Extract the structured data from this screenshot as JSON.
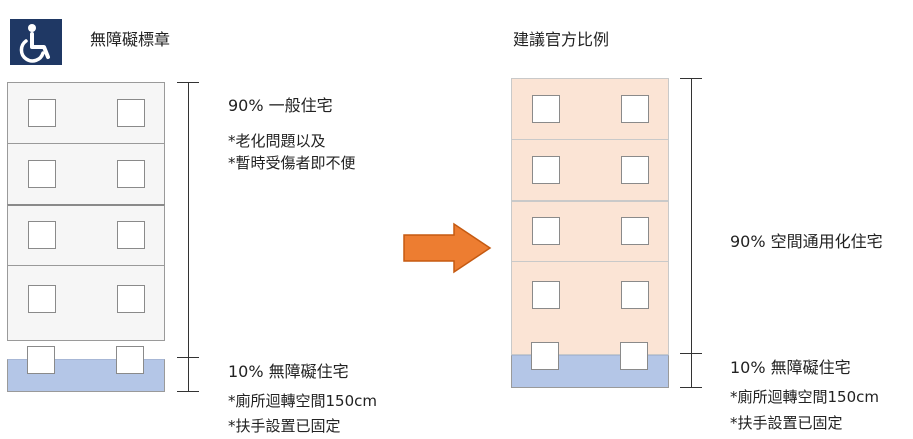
{
  "legend": {
    "icon": "wheelchair-icon",
    "accessibility_label": "無障礙標章"
  },
  "proposal_title": "建議官方比例",
  "left": {
    "upper_percent": "90% 一般住宅",
    "upper_note_1": "*老化問題以及",
    "upper_note_2": "*暫時受傷者即不便",
    "lower_percent": "10%  無障礙住宅",
    "lower_note_1": "*廁所迴轉空間150cm",
    "lower_note_2": "*扶手設置已固定"
  },
  "right": {
    "upper_percent": "90% 空間通用化住宅",
    "lower_percent": "10%  無障礙住宅",
    "lower_note_1": "*廁所迴轉空間150cm",
    "lower_note_2": "*扶手設置已固定"
  },
  "colors": {
    "icon_bg": "#1f3864",
    "left_floor_bg": "#f6f6f6",
    "right_floor_bg": "#fbe4d5",
    "base_bg": "#b4c6e7",
    "arrow": "#ed7d31"
  }
}
